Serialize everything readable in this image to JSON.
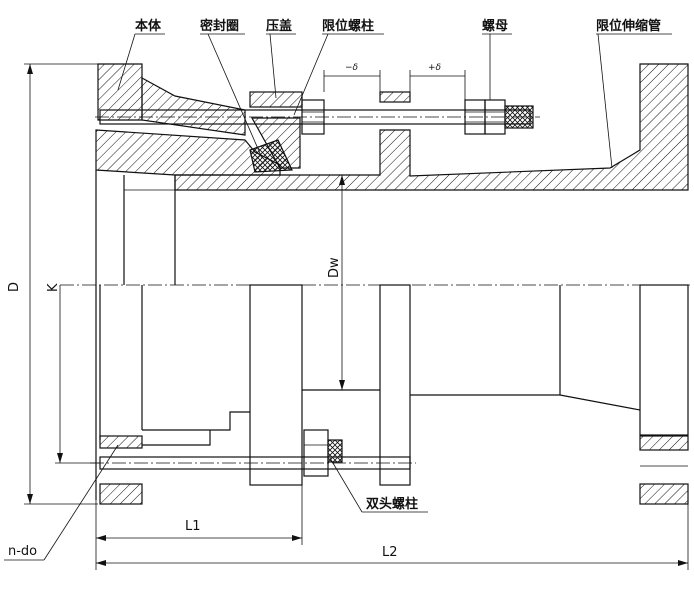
{
  "labels": {
    "body": "本体",
    "seal_ring": "密封圈",
    "gland": "压盖",
    "limit_stud": "限位螺柱",
    "nut": "螺母",
    "limit_tube": "限位伸缩管",
    "double_stud": "双头螺柱"
  },
  "dimensions": {
    "minus_delta": "−δ",
    "plus_delta": "+δ",
    "D": "D",
    "K": "K",
    "Dw": "Dw",
    "L1": "L1",
    "L2": "L2",
    "n_do": "n-do"
  }
}
